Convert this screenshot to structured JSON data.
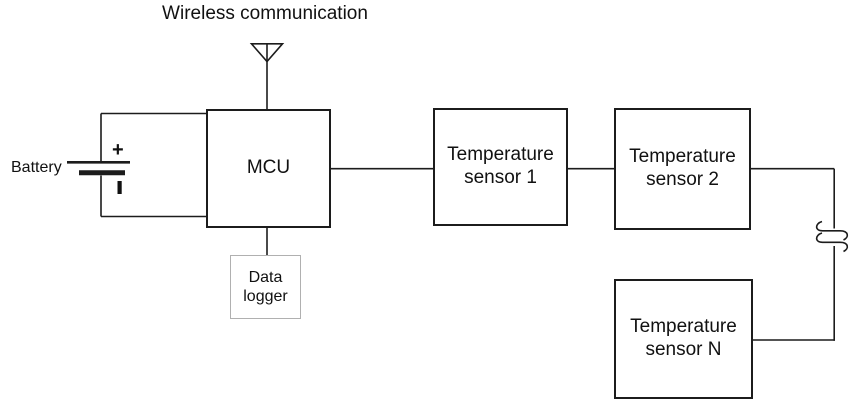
{
  "diagram": {
    "title": "Wireless communication",
    "battery": {
      "label": "Battery",
      "plus_label": "+"
    },
    "mcu": {
      "label": "MCU"
    },
    "data_logger": {
      "line1": "Data",
      "line2": "logger"
    },
    "sensor_1": {
      "line1": "Temperature",
      "line2": "sensor 1"
    },
    "sensor_2": {
      "line1": "Temperature",
      "line2": "sensor 2"
    },
    "sensor_n": {
      "line1": "Temperature",
      "line2": "sensor N"
    },
    "icons": {
      "antenna": "antenna-icon",
      "battery_symbol": "battery-symbol-icon",
      "wire_break": "wire-break-icon"
    },
    "colors": {
      "line": "#1c1c1c",
      "text": "#111111",
      "box_border": "#1c1c1c",
      "logger_border": "#b0b0b0",
      "background": "#ffffff"
    }
  }
}
